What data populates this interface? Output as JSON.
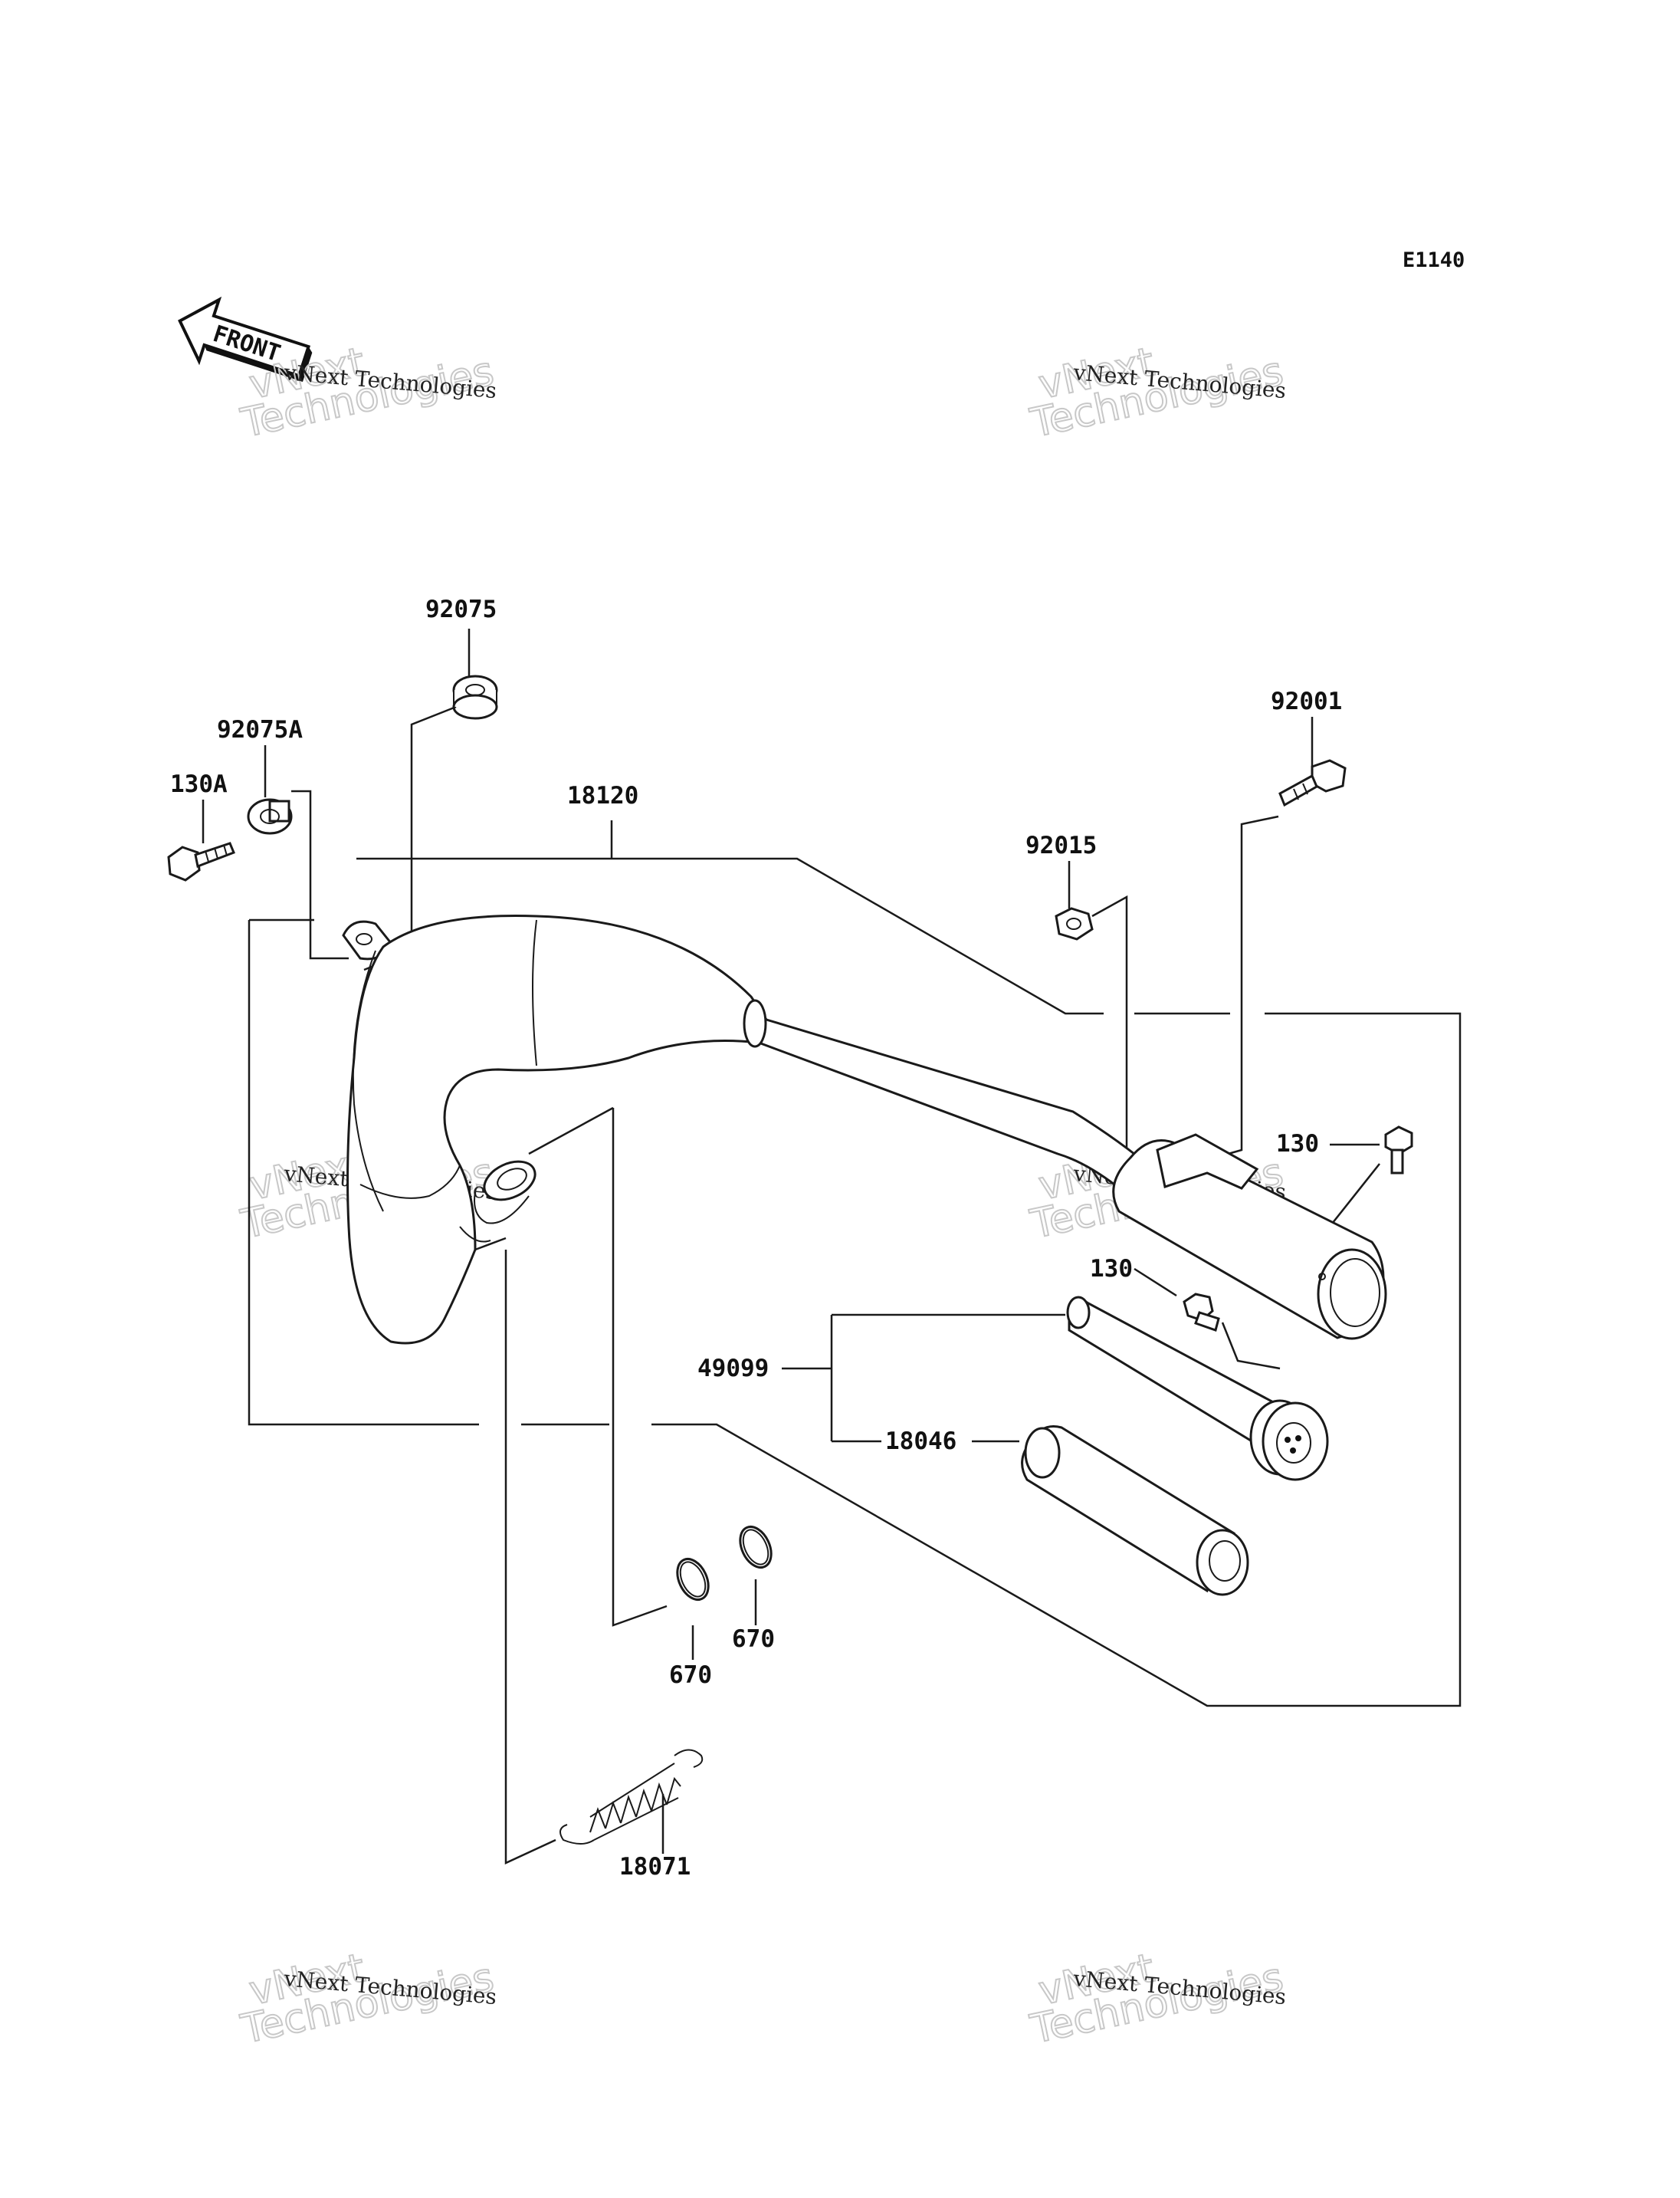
{
  "diagram_code": "E1140",
  "front_label": "FRONT",
  "watermark": {
    "line1": "vNext Technologies",
    "big_line1": "vNext",
    "big_line2": "Technologies"
  },
  "parts": {
    "p92075": "92075",
    "p92075A": "92075A",
    "p130A": "130A",
    "p18120": "18120",
    "p92001": "92001",
    "p92015": "92015",
    "p130_upper": "130",
    "p130_lower": "130",
    "p49099": "49099",
    "p18046": "18046",
    "p670_left": "670",
    "p670_right": "670",
    "p18071": "18071"
  }
}
